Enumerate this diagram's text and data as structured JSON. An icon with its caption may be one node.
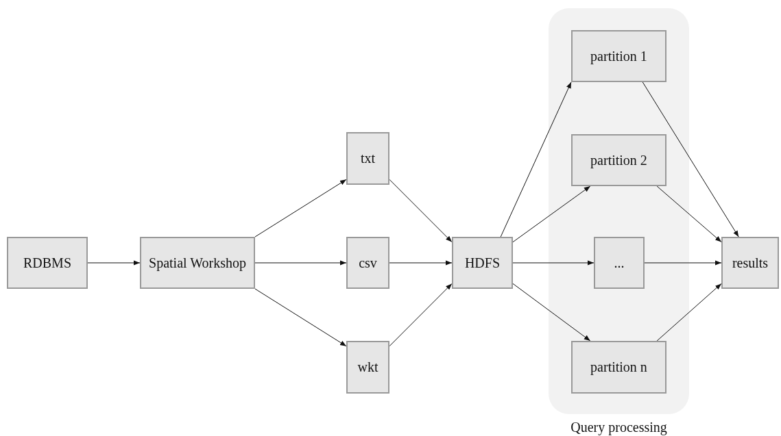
{
  "diagram": {
    "nodes": [
      {
        "text": [
          "Query processing"
        ]
      },
      {
        "text": [
          "RDBMS"
        ]
      },
      {
        "text": [
          "Spatial Workshop"
        ]
      },
      {
        "text": [
          "txt"
        ]
      },
      {
        "text": [
          "csv"
        ]
      },
      {
        "text": [
          "wkt"
        ]
      },
      {
        "text": [
          "HDFS"
        ]
      },
      {
        "text": [
          "partition 1"
        ],
        "in": 0
      },
      {
        "text": [
          "partition 2"
        ],
        "in": 0
      },
      {
        "text": [
          "..."
        ],
        "in": 0
      },
      {
        "text": [
          "partition n"
        ],
        "in": 0
      },
      {
        "text": [
          "results"
        ]
      }
    ],
    "edges": [
      {
        "from": 1,
        "to": 2,
        "arrow": "to"
      },
      {
        "from": 2,
        "to": 3,
        "arrow": "to"
      },
      {
        "from": 2,
        "to": 4,
        "arrow": "to"
      },
      {
        "from": 2,
        "to": 5,
        "arrow": "to"
      },
      {
        "from": 3,
        "to": 6,
        "arrow": "to"
      },
      {
        "from": 4,
        "to": 6,
        "arrow": "to"
      },
      {
        "from": 5,
        "to": 6,
        "arrow": "to"
      },
      {
        "from": 6,
        "to": 7,
        "arrow": "to"
      },
      {
        "from": 6,
        "to": 8,
        "arrow": "to"
      },
      {
        "from": 6,
        "to": 9,
        "arrow": "to"
      },
      {
        "from": 6,
        "to": 10,
        "arrow": "to"
      },
      {
        "from": 7,
        "to": 11,
        "arrow": "to"
      },
      {
        "from": 8,
        "to": 11,
        "arrow": "to"
      },
      {
        "from": 9,
        "to": 11,
        "arrow": "to"
      },
      {
        "from": 10,
        "to": 11,
        "arrow": "to"
      }
    ]
  }
}
